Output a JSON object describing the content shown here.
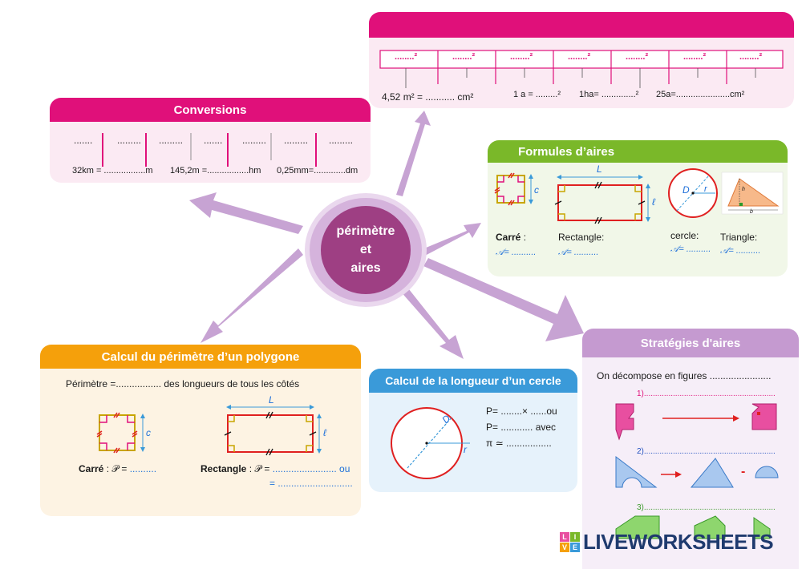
{
  "colors": {
    "magenta": "#e0107a",
    "magenta_bg": "#fbeaf3",
    "green": "#7ab829",
    "green_bg": "#f1f7e8",
    "orange": "#f5a00b",
    "orange_bg": "#fdf3e3",
    "blue": "#3a9ad9",
    "blue_bg": "#e6f2fb",
    "purple": "#c59ad0",
    "purple_bg": "#f6eef8",
    "center": "#9e3f83",
    "arrow": "#c7a3d3"
  },
  "center": {
    "line1": "périmètre",
    "line2": "et",
    "line3": "aires"
  },
  "top_panel": {
    "units": [
      "........²",
      "........²",
      "........²",
      "........²",
      "........²",
      "........²",
      "........²"
    ],
    "eq1": "4,52 m² = ........... cm²",
    "eq2": "1 a = .........²",
    "eq3": "1ha= ..............²",
    "eq4": "25a=......................cm²"
  },
  "conversions": {
    "title": "Conversions",
    "units": [
      ".......",
      ".........",
      ".........",
      ".......",
      ".........",
      ".........",
      "........."
    ],
    "eq1": "32km = .................m",
    "eq2": "145,2m =.................hm",
    "eq3": "0,25mm=.............dm"
  },
  "formules": {
    "title": "Formules d’aires",
    "carre_label": "Carré",
    "carre_colon": " :",
    "carre_formula": "𝒜= ..........",
    "rect_label": "Rectangle:",
    "rect_formula": "𝒜= ..........",
    "cercle_label": "cercle:",
    "cercle_formula": "𝒜= ..........",
    "triangle_label": "Triangle:",
    "triangle_formula": "𝒜= ..........",
    "fig_c": "c",
    "fig_L": "L",
    "fig_l": "ℓ",
    "fig_D": "D",
    "fig_r": "r",
    "fig_h": "h",
    "fig_b": "b"
  },
  "perimetre": {
    "title": "Calcul du périmètre d’un polygone",
    "line_a": "Périmètre =",
    "line_dots": ".................",
    "line_b": " des longueurs de tous les côtés",
    "carre_label": "Carré",
    "carre_rest": " : 𝒫 = ",
    "carre_dots": "..........",
    "rect_label": "Rectangle",
    "rect_rest": " : 𝒫 = ",
    "rect_dots": "........................ ou",
    "rect_line2": "= ............................",
    "fig_c": "c",
    "fig_L": "L",
    "fig_l": "ℓ"
  },
  "cercle": {
    "title": "Calcul de la longueur d’un cercle",
    "line1": "P= ........× ......ou",
    "line2": "P= ............ avec",
    "line3": "π ≃ .................",
    "fig_D": "D",
    "fig_r": "r"
  },
  "strategies": {
    "title": "Stratégies d'aires",
    "intro": "On décompose en figures .......................",
    "step1": "1)...........................................................",
    "step2": "2)...........................................................",
    "step3": "3)...........................................................",
    "minus": "-"
  },
  "watermark": {
    "text": "LIVEWORKSHEETS",
    "badge": [
      "L",
      "I",
      "V",
      "E"
    ]
  }
}
